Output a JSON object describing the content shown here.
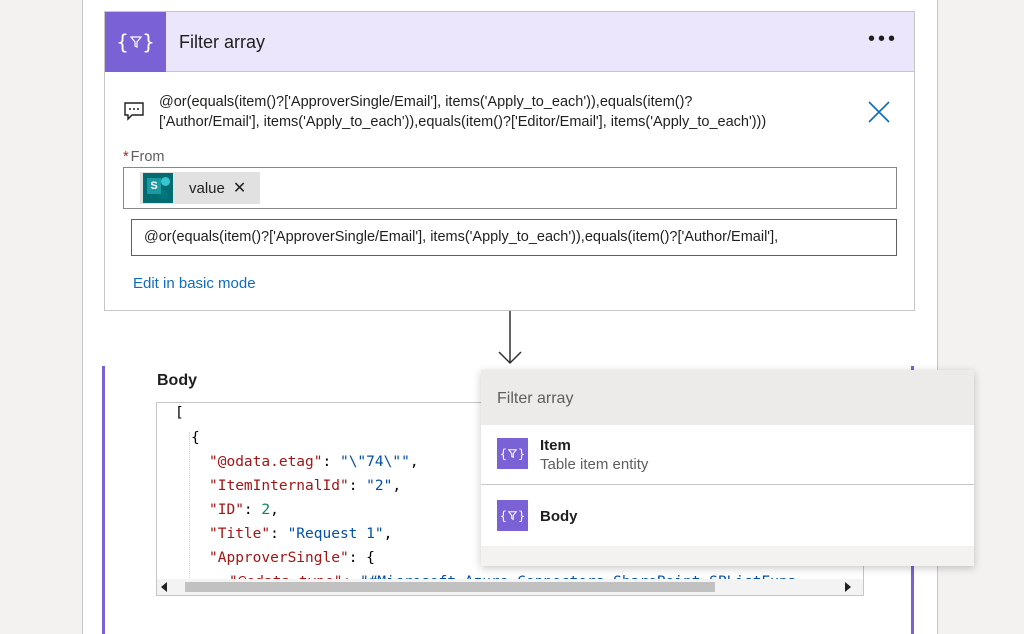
{
  "card": {
    "title": "Filter array",
    "more_label": "•••",
    "expression_line1": "@or(equals(item()?['ApproverSingle/Email'], items('Apply_to_each')),equals(item()?",
    "expression_line2": "['Author/Email'], items('Apply_to_each')),equals(item()?['Editor/Email'], items('Apply_to_each')))",
    "from_label": "From",
    "from_required": "*",
    "token_label": "value",
    "token_remove": "✕",
    "advanced_expression": "@or(equals(item()?['ApproverSingle/Email'], items('Apply_to_each')),equals(item()?['Author/Email'],",
    "edit_link": "Edit in basic mode"
  },
  "body_panel": {
    "label": "Body",
    "code": {
      "line1": "[",
      "line2": "{",
      "etag_key": "\"@odata.etag\"",
      "etag_val": "\"\\\"74\\\"\"",
      "itemid_key": "\"ItemInternalId\"",
      "itemid_val": "\"2\"",
      "id_key": "\"ID\"",
      "id_val": "2",
      "title_key": "\"Title\"",
      "title_val": "\"Request 1\"",
      "approver_key": "\"ApproverSingle\"",
      "approver_open": "{",
      "odatatype_key": "\"@odata.type\"",
      "odatatype_val": "\"#Microsoft.Azure.Connectors.SharePoint.SPListExpa"
    }
  },
  "dropdown": {
    "title": "Filter array",
    "items": [
      {
        "name": "Item",
        "description": "Table item entity"
      },
      {
        "name": "Body",
        "description": ""
      }
    ]
  },
  "colors": {
    "accent": "#7b61d6",
    "header_bg": "#ebe6fb",
    "link": "#0f6cbd",
    "close_x": "#0f6cbd"
  }
}
